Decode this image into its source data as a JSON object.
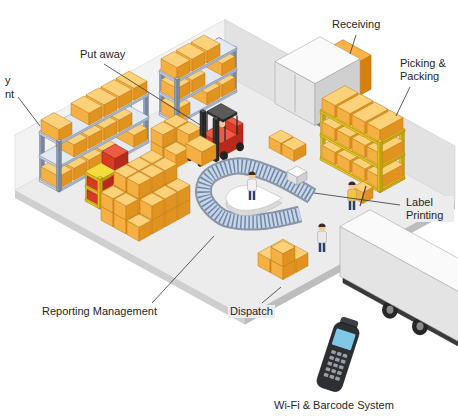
{
  "diagram": {
    "labels": [
      "Receiving",
      "Put away",
      "Picking & Packing",
      "y",
      "nt",
      "Label Printing",
      "Reporting Management",
      "Dispatch",
      "Wi-Fi & Barcode System"
    ]
  }
}
